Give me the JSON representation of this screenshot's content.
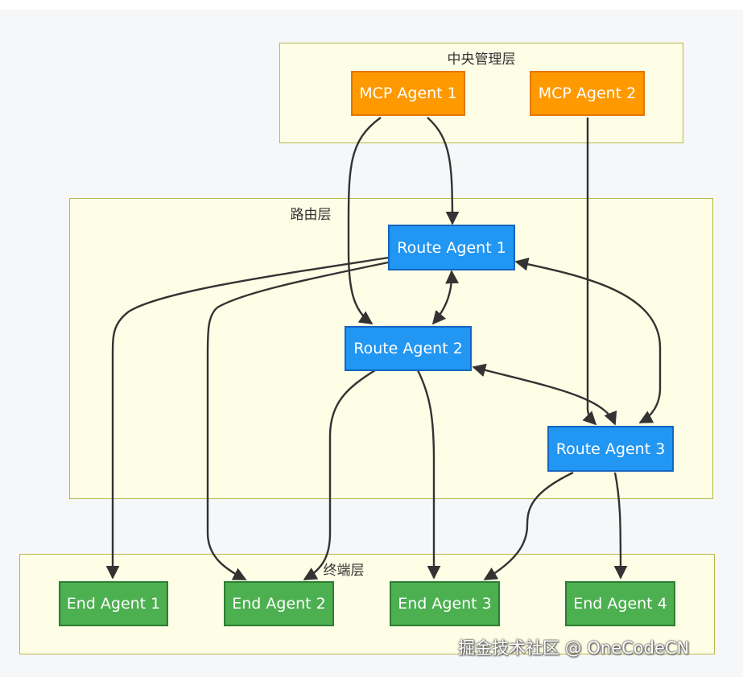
{
  "diagram": {
    "layers": {
      "management": "中央管理层",
      "routing": "路由层",
      "terminal": "终端层"
    },
    "nodes": {
      "mcp1": "MCP Agent 1",
      "mcp2": "MCP Agent 2",
      "route1": "Route Agent 1",
      "route2": "Route Agent 2",
      "route3": "Route Agent 3",
      "end1": "End Agent 1",
      "end2": "End Agent 2",
      "end3": "End Agent 3",
      "end4": "End Agent 4"
    },
    "edges": [
      {
        "from": "mcp1",
        "to": "route1",
        "direction": "forward"
      },
      {
        "from": "mcp1",
        "to": "route2",
        "direction": "forward"
      },
      {
        "from": "mcp2",
        "to": "route3",
        "direction": "forward"
      },
      {
        "from": "route1",
        "to": "route2",
        "direction": "both"
      },
      {
        "from": "route1",
        "to": "route3",
        "direction": "both"
      },
      {
        "from": "route2",
        "to": "route3",
        "direction": "both"
      },
      {
        "from": "route1",
        "to": "end1",
        "direction": "forward"
      },
      {
        "from": "route1",
        "to": "end2",
        "direction": "forward"
      },
      {
        "from": "route2",
        "to": "end2",
        "direction": "forward"
      },
      {
        "from": "route2",
        "to": "end3",
        "direction": "forward"
      },
      {
        "from": "route3",
        "to": "end3",
        "direction": "forward"
      },
      {
        "from": "route3",
        "to": "end4",
        "direction": "forward"
      }
    ],
    "colors": {
      "mcp": "#ff9900",
      "route": "#2196f3",
      "end": "#4caf50",
      "layer": "#fefee6",
      "edge": "#333333"
    }
  },
  "watermark": "掘金技术社区 @ OneCodeCN"
}
